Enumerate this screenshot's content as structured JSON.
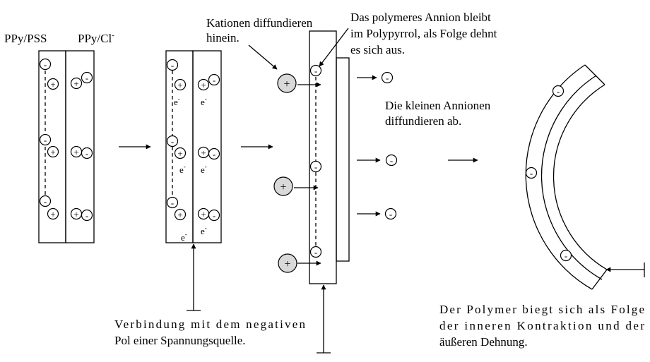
{
  "labels": {
    "ppy_pss": "PPy/PSS",
    "ppy_cl": "PPy/Cl",
    "ppy_cl_sup": "-",
    "kationen_line1": "Kationen diffundieren",
    "kationen_line2": "hinein.",
    "anion_line1": "Das polymeres Annion bleibt",
    "anion_line2": "im Polypyrrol, als Folge dehnt",
    "anion_line3": "es sich aus.",
    "kleine_line1": "Die kleinen Annionen",
    "kleine_line2": "diffundieren ab.",
    "verbindung_line1": "Verbindung mit dem negativen",
    "verbindung_line2": "Pol einer Spannungsquelle.",
    "biegt_line1": "Der Polymer biegt sich als Folge",
    "biegt_line2": "der inneren Kontraktion und der",
    "biegt_line3": "äußeren Dehnung."
  },
  "symbols": {
    "plus": "+",
    "minus": "-",
    "electron": "e",
    "electron_sup": "-"
  }
}
